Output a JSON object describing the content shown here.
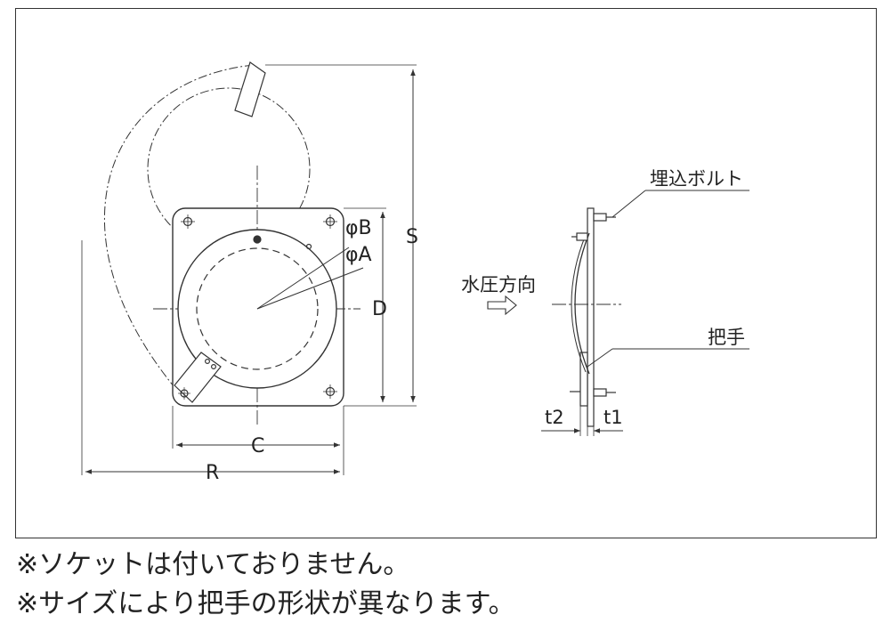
{
  "labels": {
    "phi_b": "φB",
    "phi_a": "φA",
    "d": "D",
    "s": "S",
    "c": "C",
    "r": "R",
    "embed_bolt": "埋込ボルト",
    "water_pressure": "水圧方向",
    "handle": "把手",
    "t2": "t2",
    "t1": "t1"
  },
  "notes": [
    "※ソケットは付いておりません。",
    "※サイズにより把手の形状が異なります。"
  ]
}
